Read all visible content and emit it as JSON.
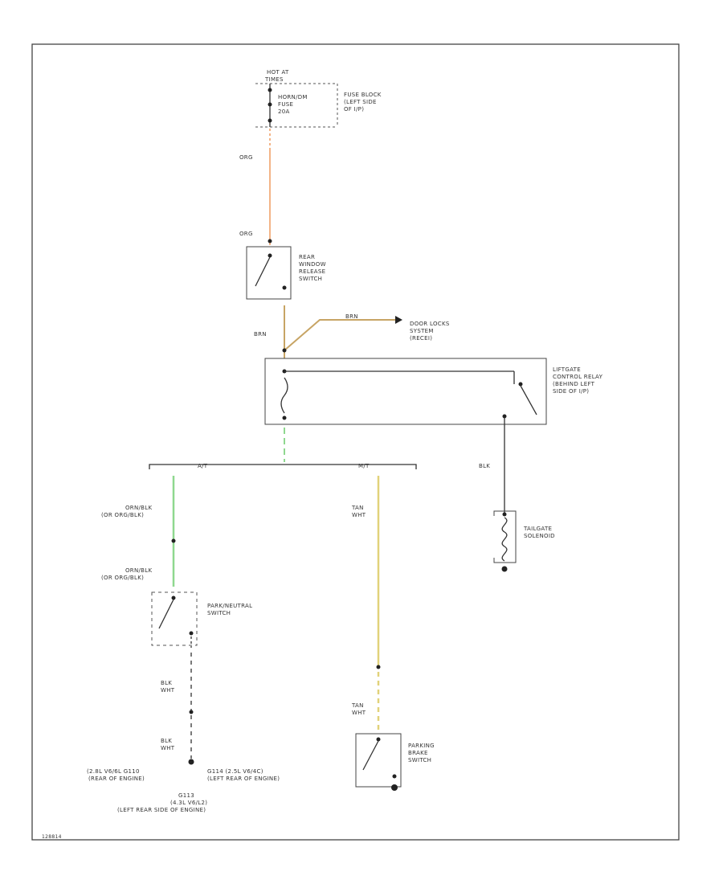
{
  "colors": {
    "orange": "#f3b487",
    "brown": "#c7a464",
    "green": "#8fd88f",
    "yellow": "#e1d27a",
    "black": "#3a3a3a"
  },
  "labels": {
    "hot_at": [
      "HOT AT",
      "TIMES"
    ],
    "fuse_block": [
      "FUSE BLOCK",
      "(LEFT SIDE",
      "OF I/P)"
    ],
    "fuse": [
      "HORN/DM",
      "FUSE",
      "20A"
    ],
    "wire_org_top": "ORG",
    "wire_org_bottom": "ORG",
    "rear_window_switch": [
      "REAR",
      "WINDOW",
      "RELEASE",
      "SWITCH"
    ],
    "wire_brn_left": "BRN",
    "wire_brn_right": "BRN",
    "door_locks": [
      "DOOR LOCKS",
      "SYSTEM",
      "(RECEI)"
    ],
    "liftgate_relay": [
      "LIFTGATE",
      "CONTROL RELAY",
      "(BEHIND LEFT",
      "SIDE OF I/P)"
    ],
    "branch_left": "A/T",
    "branch_right": "M/T",
    "wire_blk_right": "BLK",
    "tailgate_solenoid": [
      "TAILGATE",
      "SOLENOID"
    ],
    "wire_orn_blk_1": [
      "ORN/BLK",
      "(OR ORG/BLK)"
    ],
    "wire_orn_blk_2": [
      "ORN/BLK",
      "(OR ORG/BLK)"
    ],
    "park_neutral": [
      "PARK/NEUTRAL",
      "SWITCH"
    ],
    "wire_tan_wht_1": [
      "TAN",
      "WHT"
    ],
    "wire_blk_wht_1": [
      "BLK",
      "WHT"
    ],
    "wire_blk_wht_2": [
      "BLK",
      "WHT"
    ],
    "wire_tan_wht_2": [
      "TAN",
      "WHT"
    ],
    "parking_brake": [
      "PARKING",
      "BRAKE",
      "SWITCH"
    ],
    "ground_left": [
      "(2.8L V6/6L G110",
      "(REAR OF ENGINE)"
    ],
    "ground_right": [
      "G114 (2.5L V6/4C)",
      "(LEFT REAR OF ENGINE)"
    ],
    "ground_bottom": [
      "G113",
      "(4.3L V6/L2)",
      "(LEFT REAR SIDE OF ENGINE)"
    ],
    "figure_id": "128814"
  }
}
